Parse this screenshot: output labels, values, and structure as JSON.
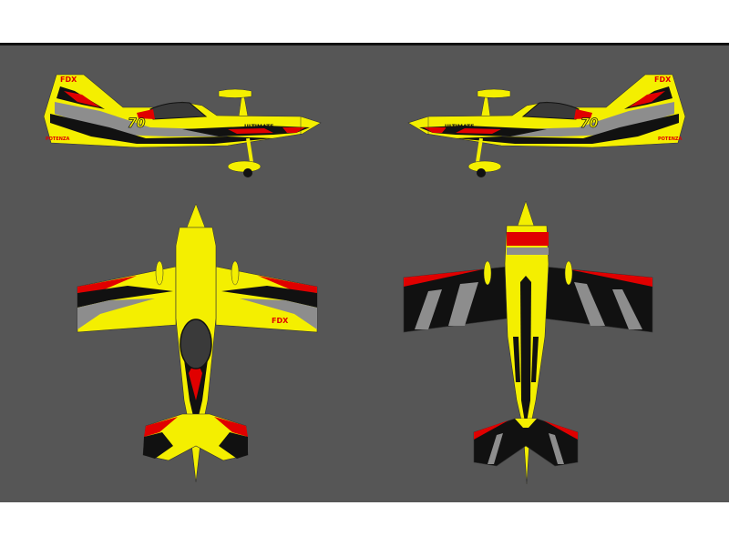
{
  "colors": {
    "background": "#565656",
    "top_rule": "#111111",
    "yellow": "#f4ef00",
    "red": "#e00000",
    "gray": "#8d8d8d",
    "black": "#111111",
    "canopy": "#3a3a3a"
  },
  "views": [
    {
      "name": "left-side-view"
    },
    {
      "name": "right-side-view"
    },
    {
      "name": "top-view"
    },
    {
      "name": "bottom-view"
    }
  ],
  "logos": {
    "brand": "FDX",
    "number": "70",
    "model": "ULTIMATE",
    "sponsor": "POTENZA"
  }
}
